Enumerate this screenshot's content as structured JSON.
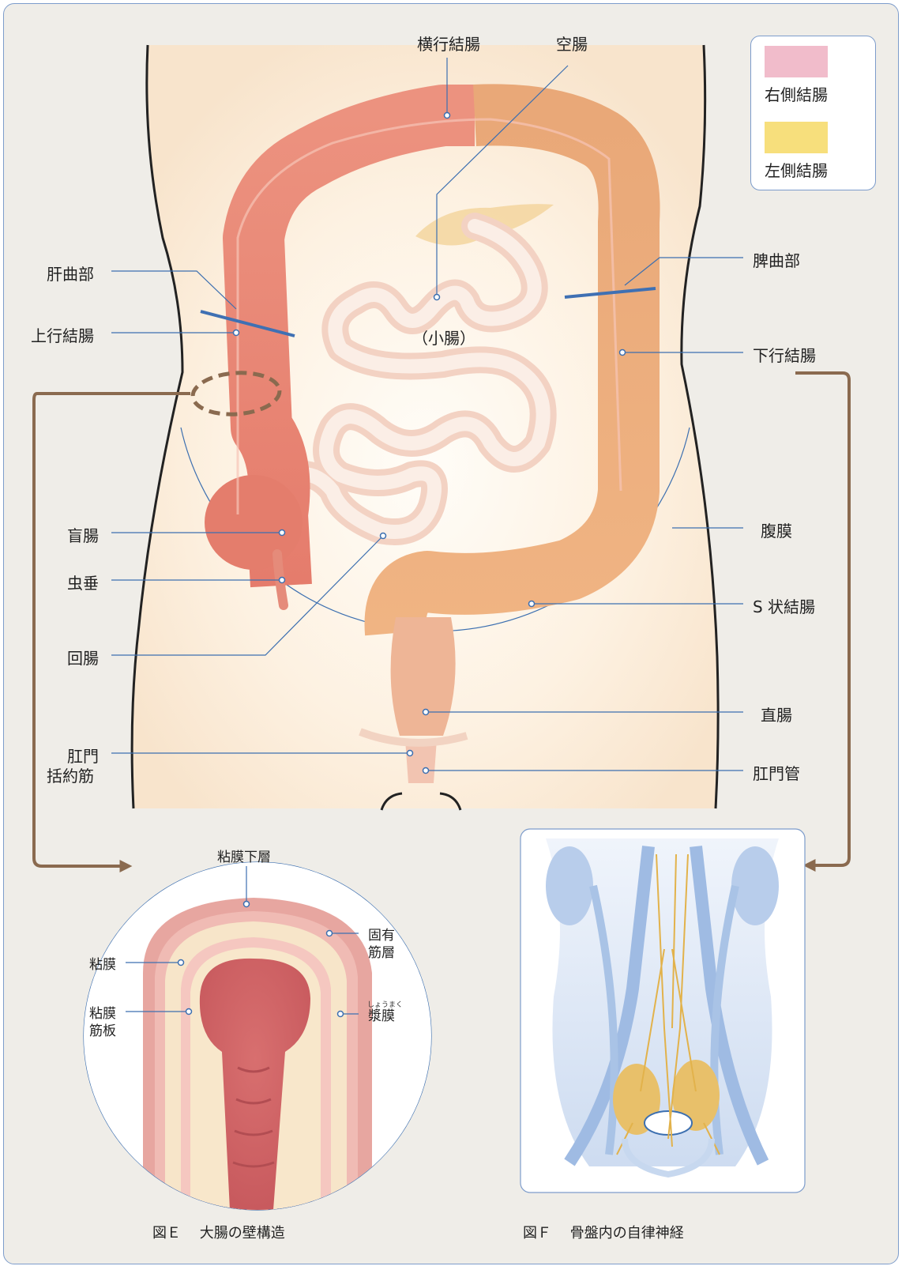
{
  "labels": {
    "transverse_colon": "横行結腸",
    "jejunum": "空腸",
    "hepatic_flexure": "肝曲部",
    "splenic_flexure": "脾曲部",
    "ascending_colon": "上行結腸",
    "small_intestine": "（小腸）",
    "descending_colon": "下行結腸",
    "peritoneum": "腹膜",
    "cecum": "盲腸",
    "appendix": "虫垂",
    "sigmoid_colon": "S 状結腸",
    "ileum": "回腸",
    "rectum": "直腸",
    "sphincter_line1": "肛門",
    "sphincter_line2": "括約筋",
    "anal_canal": "肛門管"
  },
  "legend": {
    "right_colon": "右側結腸",
    "left_colon": "左側結腸",
    "right_color": "#f1bccb",
    "left_color": "#f7df7c"
  },
  "figure_e": {
    "caption": "図Ｅ　 大腸の壁構造",
    "submucosa": "粘膜下層",
    "muscularis_line1": "固有",
    "muscularis_line2": "筋層",
    "mucosa": "粘膜",
    "muscularis_mucosae_line1": "粘膜",
    "muscularis_mucosae_line2": "筋板",
    "serosa": "漿膜",
    "serosa_ruby": "しょうまく"
  },
  "figure_f": {
    "caption": "図Ｆ　 骨盤内の自律神経"
  },
  "colors": {
    "leader_line": "#3c6fb0",
    "arrow": "#8a6a4f",
    "colon_right": "#e98b7a",
    "colon_left": "#eba56f",
    "small_intestine": "#f6d9cc"
  }
}
